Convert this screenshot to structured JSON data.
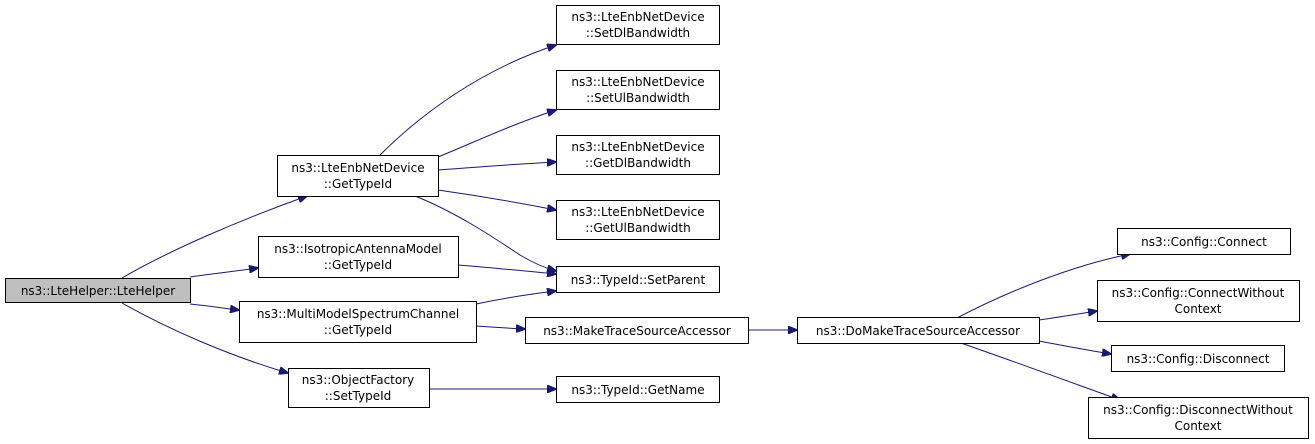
{
  "diagram": {
    "colors": {
      "edge": "#191970",
      "root_fill": "#bfbfbf",
      "node_fill": "#ffffff",
      "border": "#000000"
    },
    "nodes": [
      {
        "id": "ltehelper",
        "lines": [
          "ns3::LteHelper::LteHelper"
        ]
      },
      {
        "id": "enb_gettypeid",
        "lines": [
          "ns3::LteEnbNetDevice",
          "::GetTypeId"
        ]
      },
      {
        "id": "iso_gettypeid",
        "lines": [
          "ns3::IsotropicAntennaModel",
          "::GetTypeId"
        ]
      },
      {
        "id": "mmsc_gettypeid",
        "lines": [
          "ns3::MultiModelSpectrumChannel",
          "::GetTypeId"
        ]
      },
      {
        "id": "objfactory_settypeid",
        "lines": [
          "ns3::ObjectFactory",
          "::SetTypeId"
        ]
      },
      {
        "id": "setdlbw",
        "lines": [
          "ns3::LteEnbNetDevice",
          "::SetDlBandwidth"
        ]
      },
      {
        "id": "setulbw",
        "lines": [
          "ns3::LteEnbNetDevice",
          "::SetUlBandwidth"
        ]
      },
      {
        "id": "getdlbw",
        "lines": [
          "ns3::LteEnbNetDevice",
          "::GetDlBandwidth"
        ]
      },
      {
        "id": "getulbw",
        "lines": [
          "ns3::LteEnbNetDevice",
          "::GetUlBandwidth"
        ]
      },
      {
        "id": "setparent",
        "lines": [
          "ns3::TypeId::SetParent"
        ]
      },
      {
        "id": "maketsa",
        "lines": [
          "ns3::MakeTraceSourceAccessor"
        ]
      },
      {
        "id": "getname",
        "lines": [
          "ns3::TypeId::GetName"
        ]
      },
      {
        "id": "domaketsa",
        "lines": [
          "ns3::DoMakeTraceSourceAccessor"
        ]
      },
      {
        "id": "connect",
        "lines": [
          "ns3::Config::Connect"
        ]
      },
      {
        "id": "connectwc",
        "lines": [
          "ns3::Config::ConnectWithout",
          "Context"
        ]
      },
      {
        "id": "disconnect",
        "lines": [
          "ns3::Config::Disconnect"
        ]
      },
      {
        "id": "disconnectwc",
        "lines": [
          "ns3::Config::DisconnectWithout",
          "Context"
        ]
      }
    ],
    "edges": [
      {
        "from": "ltehelper",
        "to": "enb_gettypeid"
      },
      {
        "from": "ltehelper",
        "to": "iso_gettypeid"
      },
      {
        "from": "ltehelper",
        "to": "mmsc_gettypeid"
      },
      {
        "from": "ltehelper",
        "to": "objfactory_settypeid"
      },
      {
        "from": "enb_gettypeid",
        "to": "setdlbw"
      },
      {
        "from": "enb_gettypeid",
        "to": "setulbw"
      },
      {
        "from": "enb_gettypeid",
        "to": "getdlbw"
      },
      {
        "from": "enb_gettypeid",
        "to": "getulbw"
      },
      {
        "from": "enb_gettypeid",
        "to": "setparent"
      },
      {
        "from": "iso_gettypeid",
        "to": "setparent"
      },
      {
        "from": "mmsc_gettypeid",
        "to": "setparent"
      },
      {
        "from": "mmsc_gettypeid",
        "to": "maketsa"
      },
      {
        "from": "objfactory_settypeid",
        "to": "getname"
      },
      {
        "from": "maketsa",
        "to": "domaketsa"
      },
      {
        "from": "domaketsa",
        "to": "connect"
      },
      {
        "from": "domaketsa",
        "to": "connectwc"
      },
      {
        "from": "domaketsa",
        "to": "disconnect"
      },
      {
        "from": "domaketsa",
        "to": "disconnectwc"
      }
    ]
  }
}
